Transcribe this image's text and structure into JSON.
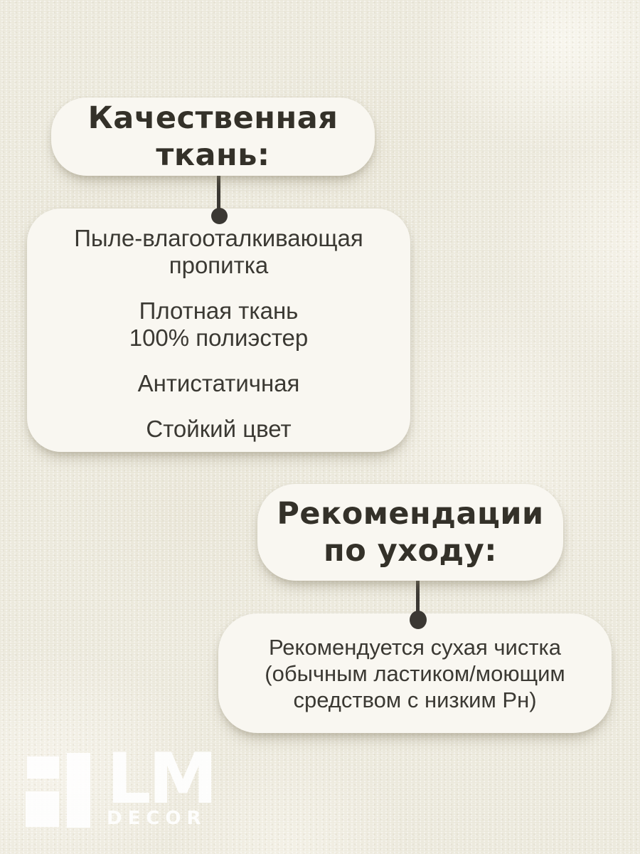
{
  "colors": {
    "background": "#ebe8db",
    "card": "#f9f7f1",
    "title_text": "#343129",
    "body_text": "#3b3933",
    "connector": "#3b3833",
    "logo": "#ffffff"
  },
  "cards": {
    "quality": {
      "lines": [
        "Качественная",
        "ткань:"
      ]
    },
    "features": {
      "paragraphs": [
        {
          "lines": [
            "Пыле-влагооталкивающая",
            "пропитка"
          ]
        },
        {
          "lines": [
            "Плотная ткань",
            "100% полиэстер"
          ]
        },
        {
          "lines": [
            "Антистатичная"
          ]
        },
        {
          "lines": [
            "Стойкий цвет"
          ]
        }
      ]
    },
    "care": {
      "lines": [
        "Рекомендации",
        "по уходу:"
      ]
    },
    "care_text": {
      "lines": [
        "Рекомендуется сухая чистка",
        "(обычным ластиком/моющим",
        "средством с низким Рн)"
      ]
    }
  },
  "logo": {
    "brand": "LM",
    "sub": "DECOR"
  }
}
